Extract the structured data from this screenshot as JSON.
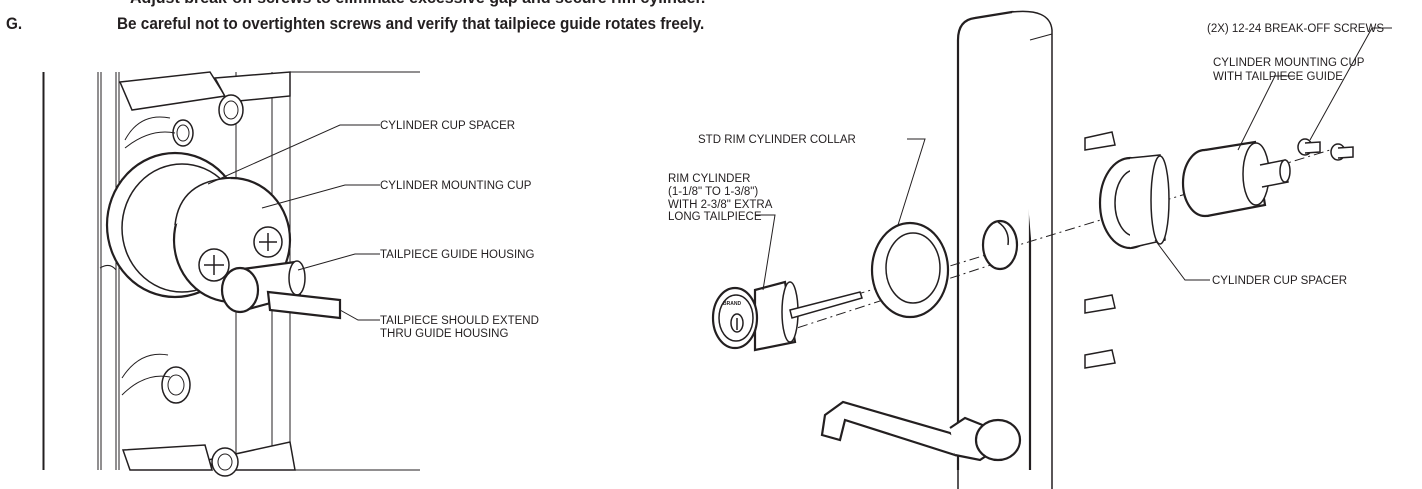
{
  "instructions": {
    "cut_off_line": "Adjust break-off screws to eliminate excessive gap and secure rim cylinder.",
    "step_letter": "G.",
    "step_text": "Be careful not to overtighten screws and verify that tailpiece guide rotates freely."
  },
  "left_detail": {
    "labels": {
      "cup_spacer": "CYLINDER CUP SPACER",
      "mounting_cup": "CYLINDER MOUNTING CUP",
      "guide_housing": "TAILPIECE GUIDE HOUSING",
      "tailpiece_line1": "TAILPIECE SHOULD EXTEND",
      "tailpiece_line2": "THRU GUIDE HOUSING"
    }
  },
  "right_detail": {
    "labels": {
      "screws": "(2X) 12-24 BREAK-OFF SCREWS",
      "mount_cup_line1": "CYLINDER MOUNTING CUP",
      "mount_cup_line2": "WITH TAILPIECE GUIDE",
      "collar": "STD RIM CYLINDER COLLAR",
      "rim_line1": "RIM CYLINDER",
      "rim_line2": "(1-1/8\" TO 1-3/8\")",
      "rim_line3": "WITH 2-3/8\" EXTRA",
      "rim_line4": "LONG TAILPIECE",
      "cup_spacer": "CYLINDER CUP SPACER",
      "cylinder_brand": "BRAND"
    }
  }
}
